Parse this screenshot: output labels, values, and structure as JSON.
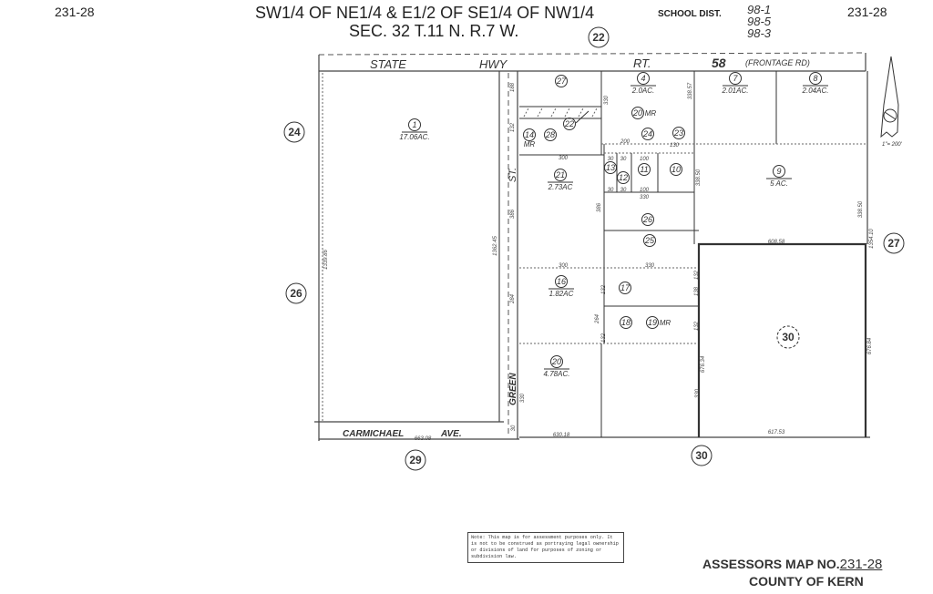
{
  "header": {
    "map_ref_left": "231-28",
    "map_ref_right": "231-28",
    "title_line1": "SW1/4 OF NE1/4 & E1/2 OF SE1/4 OF NW1/4",
    "title_line2": "SEC. 32 T.11 N. R.7 W.",
    "school_dist_label": "SCHOOL DIST.",
    "school_dists": [
      "98-1",
      "98-5",
      "98-3"
    ]
  },
  "roads": {
    "state": "STATE",
    "hwy": "HWY",
    "rt": "RT.",
    "rt_num": "58",
    "frontage": "(FRONTAGE RD)",
    "green": "GREEN",
    "st": "ST.",
    "carmichael": "CARMICHAEL",
    "ave": "AVE."
  },
  "adjacent_maps": [
    "22",
    "24",
    "26",
    "27",
    "29",
    "30"
  ],
  "parcels": {
    "p1": {
      "num": "1",
      "acres": "17.06AC."
    },
    "p4": {
      "num": "4",
      "acres": "2.0AC."
    },
    "p7": {
      "num": "7",
      "acres": "2.01AC."
    },
    "p8": {
      "num": "8",
      "acres": "2.04AC."
    },
    "p9": {
      "num": "9",
      "acres": "5 AC."
    },
    "p10": {
      "num": "10"
    },
    "p11": {
      "num": "11"
    },
    "p12": {
      "num": "12"
    },
    "p13": {
      "num": "13"
    },
    "p14": {
      "num": "14",
      "note": "MR"
    },
    "p16": {
      "num": "16",
      "acres": "1.82AC"
    },
    "p17": {
      "num": "17"
    },
    "p18": {
      "num": "18"
    },
    "p19": {
      "num": "19",
      "note": "MR"
    },
    "p20": {
      "num": "20",
      "acres": "4.78AC."
    },
    "p20b": {
      "num": "20",
      "note": "MR"
    },
    "p21": {
      "num": "21",
      "acres": "2.73AC"
    },
    "p22": {
      "num": "22"
    },
    "p23": {
      "num": "23"
    },
    "p24": {
      "num": "24"
    },
    "p25": {
      "num": "25"
    },
    "p26": {
      "num": "26"
    },
    "p27": {
      "num": "27"
    },
    "p28": {
      "num": "28"
    },
    "p30": {
      "num": "30"
    }
  },
  "dimensions": {
    "d_west": "1339.86",
    "d_green_w": "1362.45",
    "d_188": "188",
    "d_132a": "132",
    "d_386a": "386",
    "d_284": "284",
    "d_330a": "330",
    "d_386b": "386",
    "d_300a": "300",
    "d_200": "200",
    "d_30a": "30",
    "d_30b": "30",
    "d_100a": "100",
    "d_130": "130",
    "d_30c": "30",
    "d_30d": "30",
    "d_100b": "100",
    "d_330b": "330",
    "d_338a": "338.57",
    "d_338b": "338.50",
    "d_338c": "338.50",
    "d_132b": "132",
    "d_300b": "300",
    "d_330c": "330",
    "d_132c": "132",
    "d_264": "264",
    "d_132d": "132",
    "d_132e": "132",
    "d_138": "138",
    "d_608": "608.58",
    "d_1354": "1354.10",
    "d_676a": "676.34",
    "d_676b": "676.84",
    "d_330d": "330",
    "d_330e": "330",
    "d_30e": "30",
    "d_663": "663.08",
    "d_630": "630.18",
    "d_617": "617.53"
  },
  "north_arrow": {
    "scale": "1\"= 200'"
  },
  "note": "Note: This map is for assessment purposes only. It is not to be construed as portraying legal ownership or divisions of land for purposes of zoning or subdivision law.",
  "footer": {
    "map_no_label": "ASSESSORS MAP NO.",
    "map_no": "231-28",
    "county": "COUNTY OF KERN"
  }
}
